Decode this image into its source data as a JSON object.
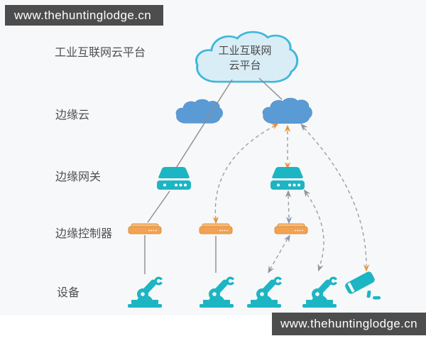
{
  "watermark_top": {
    "text": "www.thehuntinglodge.cn"
  },
  "watermark_bottom": {
    "text": "www.thehuntinglodge.cn"
  },
  "diagram": {
    "row_labels": [
      {
        "label": "工业互联网云平台"
      },
      {
        "label": "边缘云"
      },
      {
        "label": "边缘网关"
      },
      {
        "label": "边缘控制器"
      },
      {
        "label": "设备"
      }
    ],
    "cloud_platform": {
      "line1": "工业互联网",
      "line2": "云平台"
    },
    "nodes": [
      {
        "id": "cloud-platform",
        "type": "cloud",
        "label": "工业互联网 云平台"
      },
      {
        "id": "edge-cloud-1",
        "type": "cloud",
        "label": ""
      },
      {
        "id": "edge-cloud-2",
        "type": "cloud",
        "label": ""
      },
      {
        "id": "gateway-1",
        "type": "gateway",
        "label": ""
      },
      {
        "id": "gateway-2",
        "type": "gateway",
        "label": ""
      },
      {
        "id": "controller-1",
        "type": "controller",
        "label": ""
      },
      {
        "id": "controller-2",
        "type": "controller",
        "label": ""
      },
      {
        "id": "controller-3",
        "type": "controller",
        "label": ""
      },
      {
        "id": "robot-1",
        "type": "robot-arm",
        "label": ""
      },
      {
        "id": "robot-2",
        "type": "robot-arm",
        "label": ""
      },
      {
        "id": "robot-3",
        "type": "robot-arm",
        "label": ""
      },
      {
        "id": "robot-4",
        "type": "robot-arm",
        "label": ""
      },
      {
        "id": "camera-1",
        "type": "camera",
        "label": ""
      }
    ],
    "edges": [
      {
        "from": "cloud-platform",
        "to": "edge-cloud-1",
        "style": "solid",
        "arrows": "none"
      },
      {
        "from": "cloud-platform",
        "to": "edge-cloud-2",
        "style": "solid",
        "arrows": "none"
      },
      {
        "from": "edge-cloud-1",
        "to": "gateway-1",
        "style": "solid",
        "arrows": "none"
      },
      {
        "from": "gateway-1",
        "to": "controller-1",
        "style": "solid",
        "arrows": "none"
      },
      {
        "from": "controller-1",
        "to": "robot-1",
        "style": "solid",
        "arrows": "none"
      },
      {
        "from": "controller-2",
        "to": "robot-2",
        "style": "solid",
        "arrows": "none"
      },
      {
        "from": "controller-2",
        "to": "edge-cloud-2",
        "style": "dashed",
        "arrows": "both",
        "arrow_color": "orange"
      },
      {
        "from": "edge-cloud-2",
        "to": "gateway-2",
        "style": "dashed",
        "arrows": "both",
        "arrow_color": "orange"
      },
      {
        "from": "gateway-2",
        "to": "controller-3",
        "style": "dashed",
        "arrows": "both",
        "arrow_color": "slate"
      },
      {
        "from": "controller-3",
        "to": "robot-3",
        "style": "dashed",
        "arrows": "both",
        "arrow_color": "slate"
      },
      {
        "from": "gateway-2",
        "to": "robot-4",
        "style": "dashed",
        "arrows": "both",
        "arrow_color": "gray"
      },
      {
        "from": "edge-cloud-2",
        "to": "camera-1",
        "style": "dashed",
        "arrows": "both",
        "arrow_color": "gray-up-orange-down"
      }
    ]
  },
  "colors": {
    "teal": "#1cb5c4",
    "orange_fill": "#f1a253",
    "cloud_blue": "#5b9bd5",
    "cloud_platform_fill": "#d9edf6",
    "cloud_platform_border": "#3fb7da",
    "line_gray": "#8c8c8c",
    "dash_gray": "#9aa0a6",
    "arrow_orange": "#e8943a",
    "arrow_slate": "#8a9ab5",
    "banner_bg": "#4d4d4d",
    "label_color": "#4f4f4f",
    "diagram_bg": "#f7f8f9"
  }
}
